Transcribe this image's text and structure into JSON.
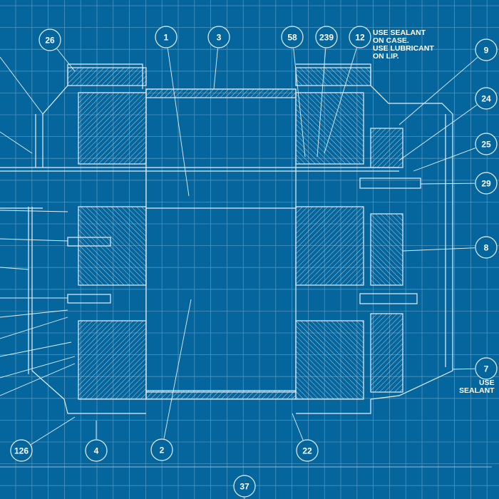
{
  "colors": {
    "background": "#04669c",
    "grid": "#4f93bd",
    "lines": "#e6f0f7"
  },
  "callouts": [
    {
      "id": "26"
    },
    {
      "id": "1"
    },
    {
      "id": "3"
    },
    {
      "id": "58"
    },
    {
      "id": "239"
    },
    {
      "id": "12"
    },
    {
      "id": "9"
    },
    {
      "id": "24"
    },
    {
      "id": "25"
    },
    {
      "id": "29"
    },
    {
      "id": "8"
    },
    {
      "id": "7"
    },
    {
      "id": "126"
    },
    {
      "id": "4"
    },
    {
      "id": "2"
    },
    {
      "id": "22"
    },
    {
      "id": "37"
    }
  ],
  "notes": {
    "case_lip": "USE SEALANT\nON CASE.\nUSE LUBRICANT\nON LIP.",
    "sealant_7": "USE\nSEALANT"
  }
}
